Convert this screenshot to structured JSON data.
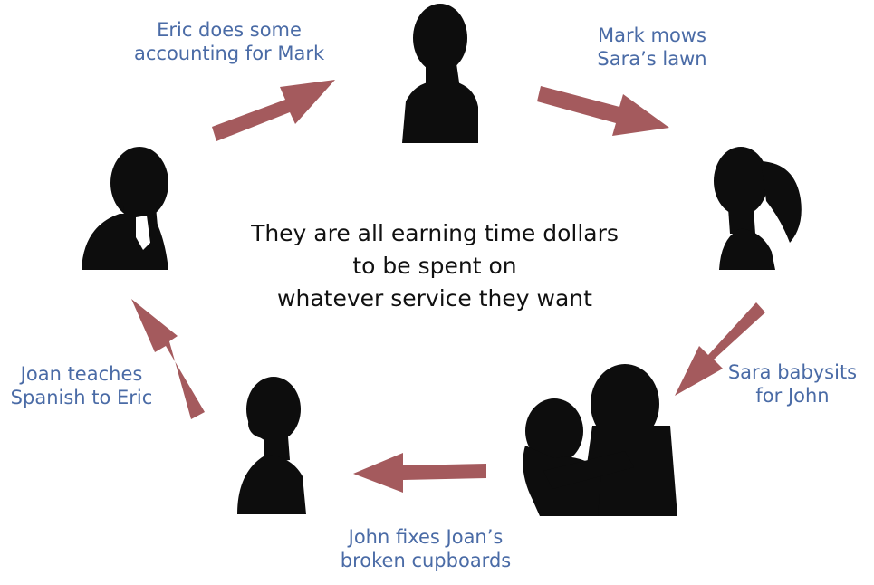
{
  "center_text": {
    "line1": "They are all earning time dollars",
    "line2": "to be spent on",
    "line3": "whatever service they want"
  },
  "labels": {
    "eric_mark": {
      "line1": "Eric does some",
      "line2": "accounting for Mark"
    },
    "mark_sara": {
      "line1": "Mark mows",
      "line2": "Sara’s lawn"
    },
    "sara_john": {
      "line1": "Sara babysits",
      "line2": "for John"
    },
    "john_joan": {
      "line1": "John fixes Joan’s",
      "line2": "broken cupboards"
    },
    "joan_eric": {
      "line1": "Joan teaches",
      "line2": "Spanish to Eric"
    }
  },
  "colors": {
    "arrow": "#a45a5d",
    "label_text": "#4a6ba6",
    "silhouette": "#0d0d0d",
    "center_text": "#111111"
  },
  "icons": {
    "mark": "man-silhouette-icon",
    "sara": "woman-ponytail-silhouette-icon",
    "john": "parent-child-silhouette-icon",
    "joan": "woman-bun-silhouette-icon",
    "eric": "man-suit-silhouette-icon"
  }
}
